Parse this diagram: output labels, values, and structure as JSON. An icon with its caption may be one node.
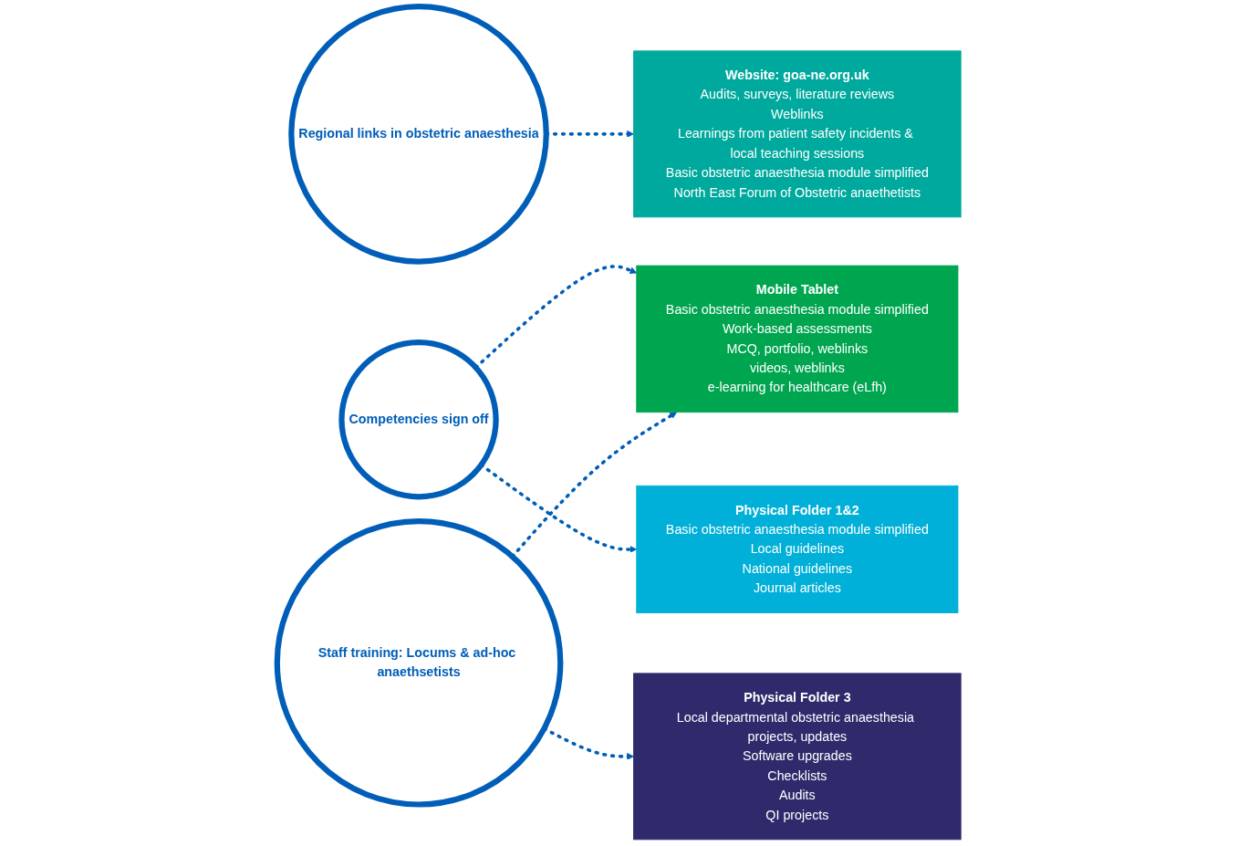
{
  "diagram": {
    "nodes": [
      {
        "text": [
          "Website: goa-ne.org.uk",
          "Audits, surveys, literature reviews",
          "Weblinks",
          "Learnings from patient safety incidents & local teaching sessions",
          "Basic obstetric anaesthesia module simplified",
          "North East Forum of Obstetric anaethetists"
        ]
      },
      {
        "text": [
          "Mobile Tablet",
          "Basic obstetric anaesthesia module simplified",
          "Work-based assessments",
          "MCQ, portfolio, weblinks",
          "videos, weblinks",
          "e-learning for healthcare (eLfh)"
        ]
      },
      {
        "text": [
          "Physical Folder 1&2",
          "Basic obstetric anaesthesia module simplified",
          "Local guidelines",
          "National guidelines",
          "Journal articles"
        ]
      },
      {
        "text": [
          "Physical Folder 3",
          "Local departmental obstetric anaesthesia projects, updates",
          "Software upgrades",
          "Checklists",
          "Audits",
          "QI projects"
        ]
      },
      {
        "text": [
          "Regional links in obstetric anaesthesia"
        ]
      },
      {
        "text": [
          "Competencies sign off"
        ]
      },
      {
        "text": [
          "Staff training: Locums & ad-hoc anaethsetists"
        ]
      }
    ],
    "edges": [
      {
        "from": 4,
        "to": 0,
        "arrow": "to",
        "style": "dashed"
      },
      {
        "from": 5,
        "to": 1,
        "arrow": "to",
        "style": "dashed"
      },
      {
        "from": 5,
        "to": 2,
        "arrow": "to",
        "style": "dashed"
      },
      {
        "from": 6,
        "to": 1,
        "arrow": "to",
        "style": "dashed"
      },
      {
        "from": 6,
        "to": 3,
        "arrow": "to",
        "style": "dashed"
      }
    ]
  }
}
